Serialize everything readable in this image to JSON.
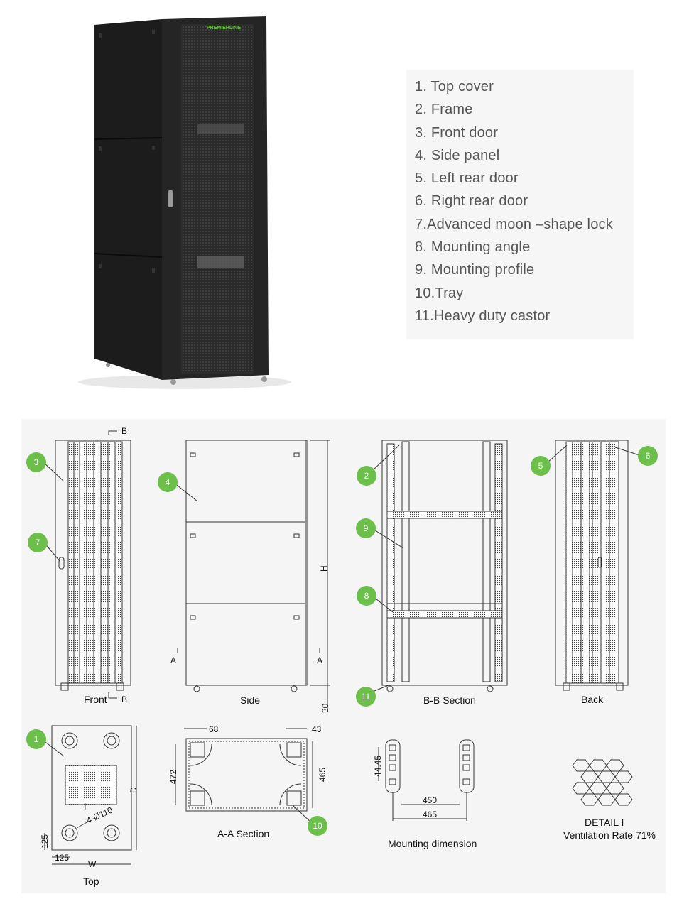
{
  "brand": "PREMIERLINE",
  "parts_list": [
    "1. Top cover",
    "2. Frame",
    "3. Front door",
    "4. Side panel",
    "5. Left rear door",
    "6. Right rear door",
    "7.Advanced moon –shape lock",
    "8. Mounting angle",
    "9. Mounting profile",
    "10.Tray",
    "11.Heavy duty castor"
  ],
  "view_labels": {
    "front": "Front",
    "side": "Side",
    "bb": "B-B Section",
    "back": "Back",
    "top": "Top",
    "aa": "A-A Section",
    "mounting": "Mounting dimension",
    "detail": "DETAIL Ⅰ",
    "ventilation": "Ventilation Rate 71%"
  },
  "section_marks": {
    "b": "B",
    "a": "A"
  },
  "dimensions": {
    "h": "H",
    "d": "D",
    "w": "W",
    "d30": "30",
    "d125a": "125",
    "d125b": "125",
    "hole": "4-Ø110",
    "detail_mark": "Ⅰ",
    "d68": "68",
    "d43": "43",
    "d472": "472",
    "d465": "465",
    "d4445": "44.45",
    "d450": "450",
    "d465b": "465"
  },
  "badges": [
    "1",
    "2",
    "3",
    "4",
    "5",
    "6",
    "7",
    "8",
    "9",
    "10",
    "11"
  ],
  "colors": {
    "badge": "#6cbf4a",
    "cabinet": "#1e1e1e",
    "line": "#333333"
  }
}
